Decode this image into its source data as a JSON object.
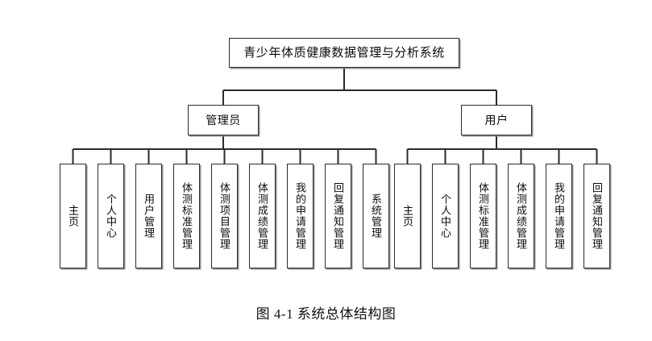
{
  "figure": {
    "caption": "图 4-1  系统总体结构图",
    "background_color": "#ffffff",
    "line_color": "#2b2b2b",
    "box_border_color": "#2b2b2b",
    "box_fill_color": "#ffffff",
    "box_shadow_color": "#787c82"
  },
  "chart_data": {
    "type": "diagram",
    "diagram_type": "tree-hierarchy",
    "title": "青少年体质健康数据管理与分析系统",
    "caption": "图 4-1  系统总体结构图",
    "levels": 3,
    "root": {
      "id": "root",
      "label": "青少年体质健康数据管理与分析系统"
    },
    "branches": [
      {
        "id": "admin",
        "label": "管理员",
        "children": [
          "主页",
          "个人中心",
          "用户管理",
          "体测标准管理",
          "体测项目管理",
          "体测成绩管理",
          "我的申请管理",
          "回复通知管理",
          "系统管理"
        ]
      },
      {
        "id": "user",
        "label": "用户",
        "children": [
          "主页",
          "个人中心",
          "体测标准管理",
          "体测成绩管理",
          "我的申请管理",
          "回复通知管理"
        ]
      }
    ]
  },
  "tree": {
    "root": {
      "label": "青少年体质健康数据管理与分析系统"
    },
    "actors": [
      {
        "id": "admin",
        "label": "管理员"
      },
      {
        "id": "user",
        "label": "用户"
      }
    ],
    "admin_leaves": [
      {
        "label": "主页"
      },
      {
        "label": "个人中心"
      },
      {
        "label": "用户管理"
      },
      {
        "label": "体测标准管理"
      },
      {
        "label": "体测项目管理"
      },
      {
        "label": "体测成绩管理"
      },
      {
        "label": "我的申请管理"
      },
      {
        "label": "回复通知管理"
      },
      {
        "label": "系统管理"
      }
    ],
    "user_leaves": [
      {
        "label": "主页"
      },
      {
        "label": "个人中心"
      },
      {
        "label": "体测标准管理"
      },
      {
        "label": "体测成绩管理"
      },
      {
        "label": "我的申请管理"
      },
      {
        "label": "回复通知管理"
      }
    ]
  }
}
